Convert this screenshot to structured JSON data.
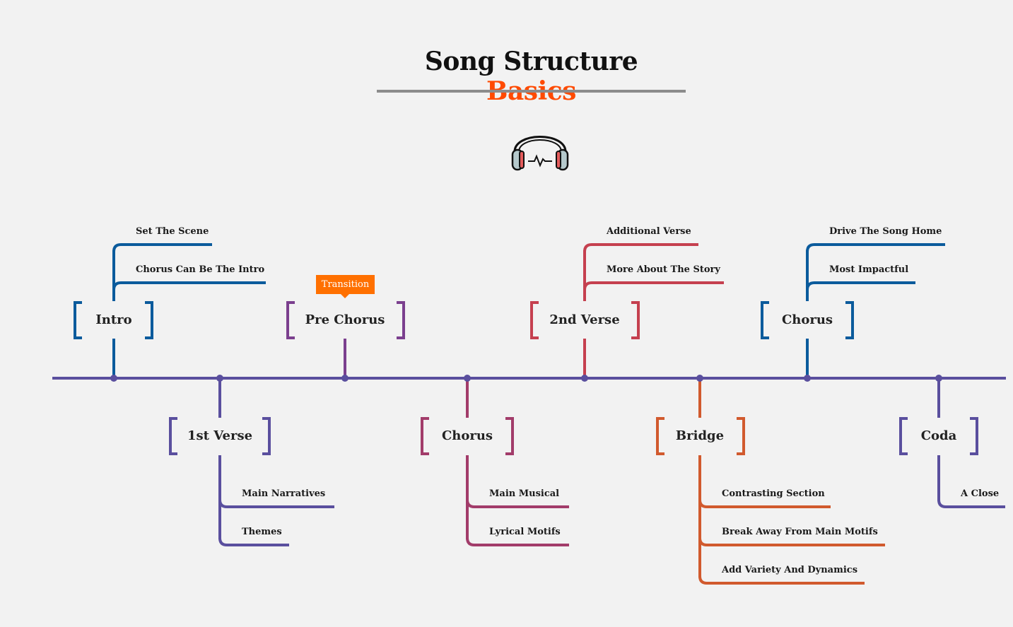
{
  "title": {
    "main": "Song Structure",
    "accent": "Basics"
  },
  "colors": {
    "spine": "#5a4f9e",
    "blue": "#0b5b9c",
    "purple": "#7b3f8e",
    "slate": "#5a4f9e",
    "magenta": "#a23c6a",
    "red": "#c5404f",
    "orange": "#d15a2e",
    "accent": "#ff4a00",
    "callout": "#ff7000"
  },
  "icon": "headphones-icon",
  "callout": {
    "label": "Transition"
  },
  "topics": [
    {
      "id": "intro",
      "label": "Intro",
      "color": "blue",
      "subs": [
        "Set The Scene",
        "Chorus Can Be The Intro"
      ]
    },
    {
      "id": "first-verse",
      "label": "1st Verse",
      "color": "slate",
      "subs": [
        "Main Narratives",
        "Themes"
      ]
    },
    {
      "id": "pre-chorus",
      "label": "Pre Chorus",
      "color": "purple",
      "subs": []
    },
    {
      "id": "chorus-1",
      "label": "Chorus",
      "color": "magenta",
      "subs": [
        "Main Musical",
        "Lyrical Motifs"
      ]
    },
    {
      "id": "second-verse",
      "label": "2nd Verse",
      "color": "red",
      "subs": [
        "Additional Verse",
        "More About The Story"
      ]
    },
    {
      "id": "bridge",
      "label": "Bridge",
      "color": "orange",
      "subs": [
        "Contrasting Section",
        "Break Away From Main Motifs",
        "Add Variety And Dynamics"
      ]
    },
    {
      "id": "chorus-2",
      "label": "Chorus",
      "color": "blue",
      "subs": [
        "Drive The Song Home",
        "Most Impactful"
      ]
    },
    {
      "id": "coda",
      "label": "Coda",
      "color": "slate",
      "subs": [
        "A Close"
      ]
    }
  ]
}
